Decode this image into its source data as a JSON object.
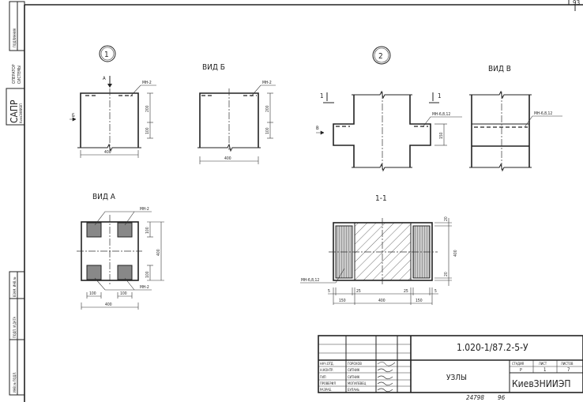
{
  "sheet": {
    "page_number": "93",
    "nodes": [
      {
        "number": "1"
      },
      {
        "number": "2"
      }
    ],
    "views": {
      "view_b": "ВИД Б",
      "view_v": "ВИД В",
      "view_a": "ВИД А",
      "section_1_1": "1-1"
    },
    "markers": {
      "a": "А",
      "b": "Б",
      "v": "В",
      "section": "1"
    },
    "labels": {
      "mn2": "МН-2",
      "mn6": "МН-6,8,12"
    },
    "dims": {
      "d400": "400",
      "d200": "200",
      "d100": "100",
      "d150": "150",
      "d20": "20",
      "d25": "25",
      "d5": "5"
    }
  },
  "left_strip": {
    "original": "ПОДЛИННИК",
    "operator": [
      "ОПЕРАТОР",
      "СИСТЕМЫ"
    ],
    "sapr": "САПР",
    "org": "КиевЗНИИЭП",
    "replace_inv": "ВЗАМ. ИНВ.№",
    "sign_date": "ПОДП. И ДАТА",
    "inv_orig": "ИНВ.№ ПОДЛ."
  },
  "title_block": {
    "code": "1.020-1/87.2-5-У",
    "title": "УЗЛЫ",
    "stage_header": "СТАДИЯ",
    "sheet_header": "ЛИСТ",
    "sheets_header": "ЛИСТОВ",
    "stage": "Р",
    "sheet": "1",
    "sheets": "7",
    "organization": "КиевЗНИИЭП",
    "roles": [
      {
        "role": "НАЧ.ОТД.",
        "name": "ГОРОХОВ"
      },
      {
        "role": "Н.КОНТР.",
        "name": "СИТНИК"
      },
      {
        "role": "ГИП",
        "name": "СИТНИК"
      },
      {
        "role": "ПРОВЕРИЛ",
        "name": "МОГИЛЕВЕЦ"
      },
      {
        "role": "РАЗРАБ.",
        "name": "БУЛАНЬ"
      }
    ],
    "footer_number": "24798",
    "footer_sheet": "96"
  }
}
